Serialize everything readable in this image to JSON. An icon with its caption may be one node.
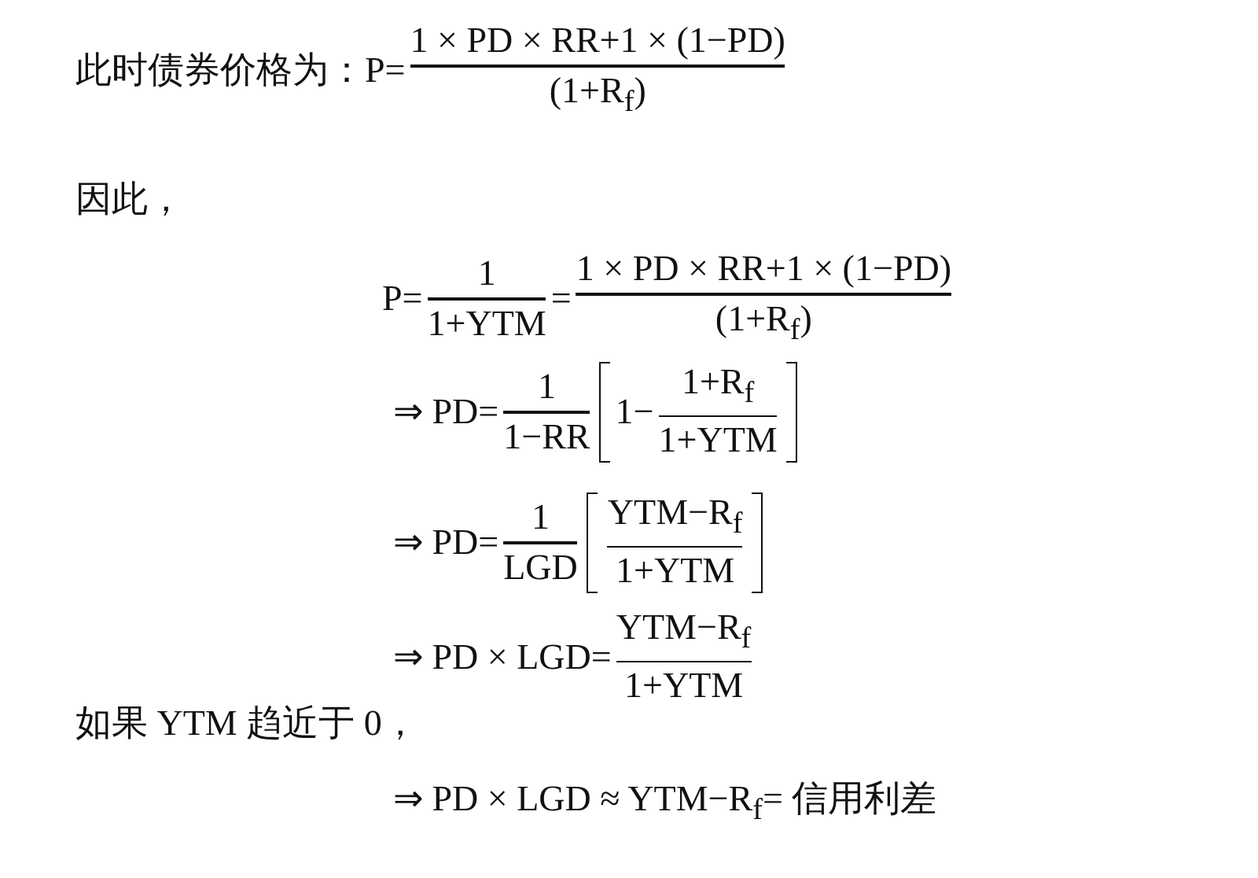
{
  "diagram": {
    "labels": [
      "此时债券价格为：P=",
      "1 × PD × RR+1 × (1−PD)",
      "(1+R$_{f}$)",
      "因此，",
      "P=",
      "1",
      "1+YTM",
      "=",
      "1 × PD × RR+1 × (1−PD)",
      "(1+R$_{f}$)",
      "⇒ PD=",
      "1",
      "1−RR",
      "1−",
      "1+R$_{f}$",
      "1+YTM",
      "⇒ PD=",
      "1",
      "LGD",
      "YTM−R$_{f}$",
      "1+YTM",
      "⇒ PD × LGD=",
      "YTM−R$_{f}$",
      "1+YTM",
      "如果 YTM 趋近于 0，",
      "⇒ PD × LGD ≈ YTM−R$_{f}$= 信用利差"
    ]
  }
}
